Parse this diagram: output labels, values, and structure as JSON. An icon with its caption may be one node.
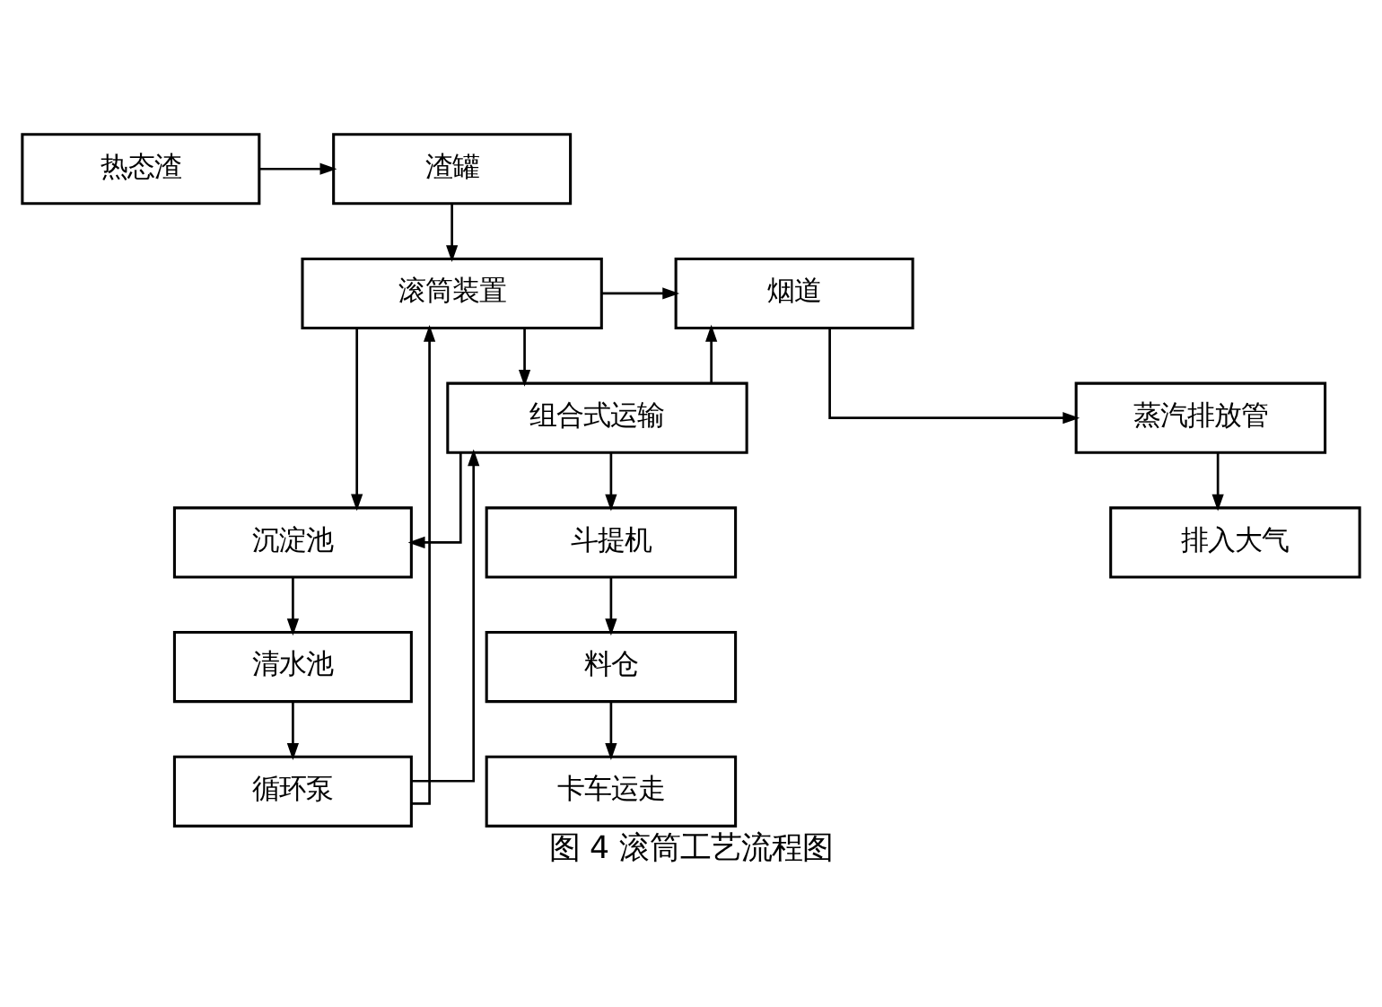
{
  "diagram": {
    "caption": "图 4 滚筒工艺流程图",
    "nodes": [
      {
        "text": [
          "热态渣"
        ]
      },
      {
        "text": [
          "渣罐"
        ]
      },
      {
        "text": [
          "滚筒装置"
        ]
      },
      {
        "text": [
          "组合式运输"
        ]
      },
      {
        "text": [
          "烟道"
        ]
      },
      {
        "text": [
          "蒸汽排放管"
        ]
      },
      {
        "text": [
          "排入大气"
        ]
      },
      {
        "text": [
          "沉淀池"
        ]
      },
      {
        "text": [
          "清水池"
        ]
      },
      {
        "text": [
          "循环泵"
        ]
      },
      {
        "text": [
          "斗提机"
        ]
      },
      {
        "text": [
          "料仓"
        ]
      },
      {
        "text": [
          "卡车运走"
        ]
      }
    ],
    "edges": [
      {
        "from": 0,
        "to": 1,
        "arrow": "to"
      },
      {
        "from": 1,
        "to": 2,
        "arrow": "to"
      },
      {
        "from": 2,
        "to": 3,
        "arrow": "to"
      },
      {
        "from": 2,
        "to": 4,
        "arrow": "to"
      },
      {
        "from": 3,
        "to": 4,
        "arrow": "to"
      },
      {
        "from": 4,
        "to": 5,
        "arrow": "to"
      },
      {
        "from": 5,
        "to": 6,
        "arrow": "to"
      },
      {
        "from": 2,
        "to": 7,
        "arrow": "to"
      },
      {
        "from": 3,
        "to": 7,
        "arrow": "to"
      },
      {
        "from": 7,
        "to": 8,
        "arrow": "to"
      },
      {
        "from": 8,
        "to": 9,
        "arrow": "to"
      },
      {
        "from": 9,
        "to": 2,
        "arrow": "to"
      },
      {
        "from": 9,
        "to": 3,
        "arrow": "to"
      },
      {
        "from": 3,
        "to": 10,
        "arrow": "to"
      },
      {
        "from": 10,
        "to": 11,
        "arrow": "to"
      },
      {
        "from": 11,
        "to": 12,
        "arrow": "to"
      }
    ]
  }
}
